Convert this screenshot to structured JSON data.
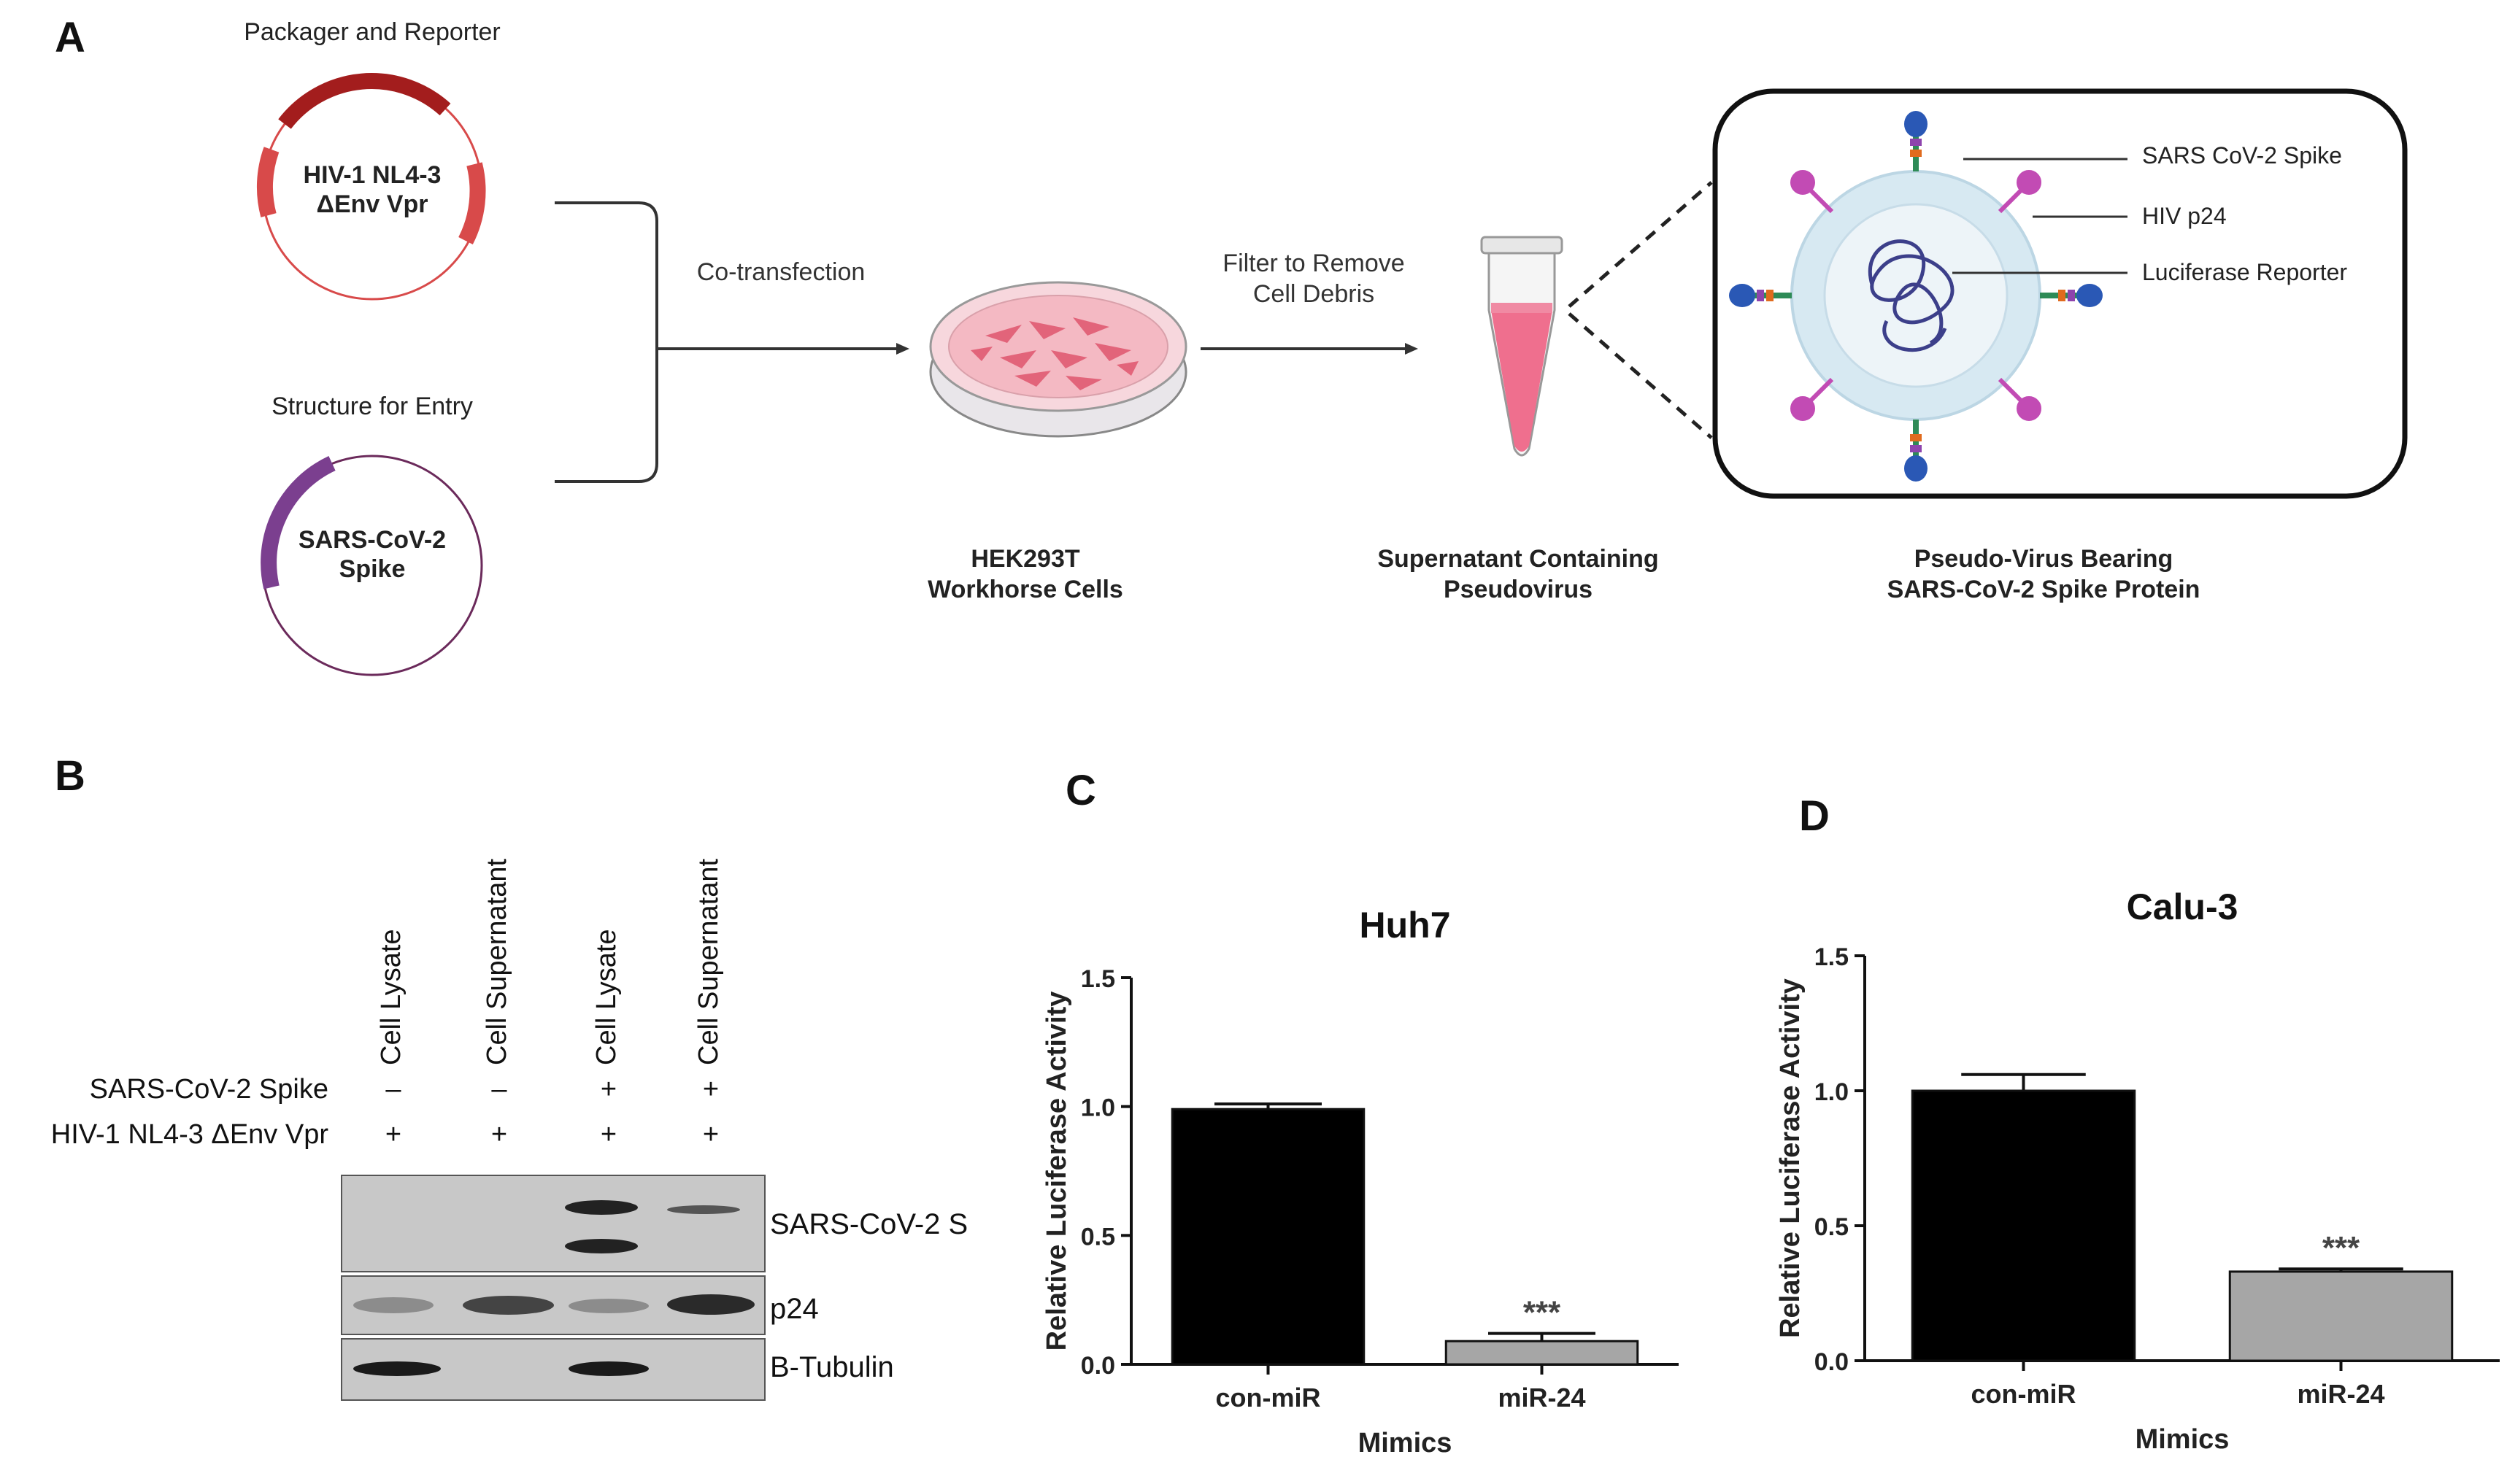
{
  "panelA": {
    "letter": "A",
    "plasmid1": {
      "title": "Packager and Reporter",
      "label_line1": "HIV-1 NL4-3",
      "label_line2": "ΔEnv Vpr",
      "color": "#b22222"
    },
    "plasmid2": {
      "title": "Structure for Entry",
      "label_line1": "SARS-CoV-2",
      "label_line2": "Spike",
      "color": "#7b3f8f"
    },
    "step1": "Co-transfection",
    "step2_line1": "Filter to Remove",
    "step2_line2": "Cell Debris",
    "dish_caption_line1": "HEK293T",
    "dish_caption_line2": "Workhorse Cells",
    "tube_caption_line1": "Supernatant Containing",
    "tube_caption_line2": "Pseudovirus",
    "virus_caption_line1": "Pseudo-Virus Bearing",
    "virus_caption_line2": "SARS-CoV-2 Spike Protein",
    "callouts": [
      "SARS CoV-2 Spike",
      "HIV p24",
      "Luciferase Reporter"
    ]
  },
  "panelB": {
    "letter": "B",
    "columns": [
      "Cell Lysate",
      "Cell Supernatant",
      "Cell Lysate",
      "Cell Supernatant"
    ],
    "rows": [
      {
        "label": "SARS-CoV-2 Spike",
        "signs": [
          "–",
          "–",
          "+",
          "+"
        ]
      },
      {
        "label": "HIV-1 NL4-3 ΔEnv Vpr",
        "signs": [
          "+",
          "+",
          "+",
          "+"
        ]
      }
    ],
    "blots": [
      "SARS-CoV-2 S",
      "p24",
      "B-Tubulin"
    ]
  },
  "panelC": {
    "letter": "C",
    "chart_data": {
      "type": "bar",
      "title": "Huh7",
      "xlabel": "Mimics",
      "ylabel": "Relative Luciferase Activity",
      "categories": [
        "con-miR",
        "miR-24"
      ],
      "values": [
        0.99,
        0.09
      ],
      "errors": [
        0.02,
        0.03
      ],
      "colors": [
        "#000000",
        "#a6a6a6"
      ],
      "significance": [
        "",
        "***"
      ],
      "ylim": [
        0,
        1.5
      ],
      "yticks": [
        "0.0",
        "0.5",
        "1.0",
        "1.5"
      ]
    }
  },
  "panelD": {
    "letter": "D",
    "chart_data": {
      "type": "bar",
      "title": "Calu-3",
      "xlabel": "Mimics",
      "ylabel": "Relative Luciferase Activity",
      "categories": [
        "con-miR",
        "miR-24"
      ],
      "values": [
        1.0,
        0.33
      ],
      "errors": [
        0.06,
        0.01
      ],
      "colors": [
        "#000000",
        "#a6a6a6"
      ],
      "significance": [
        "",
        "***"
      ],
      "ylim": [
        0,
        1.5
      ],
      "yticks": [
        "0.0",
        "0.5",
        "1.0",
        "1.5"
      ]
    }
  }
}
